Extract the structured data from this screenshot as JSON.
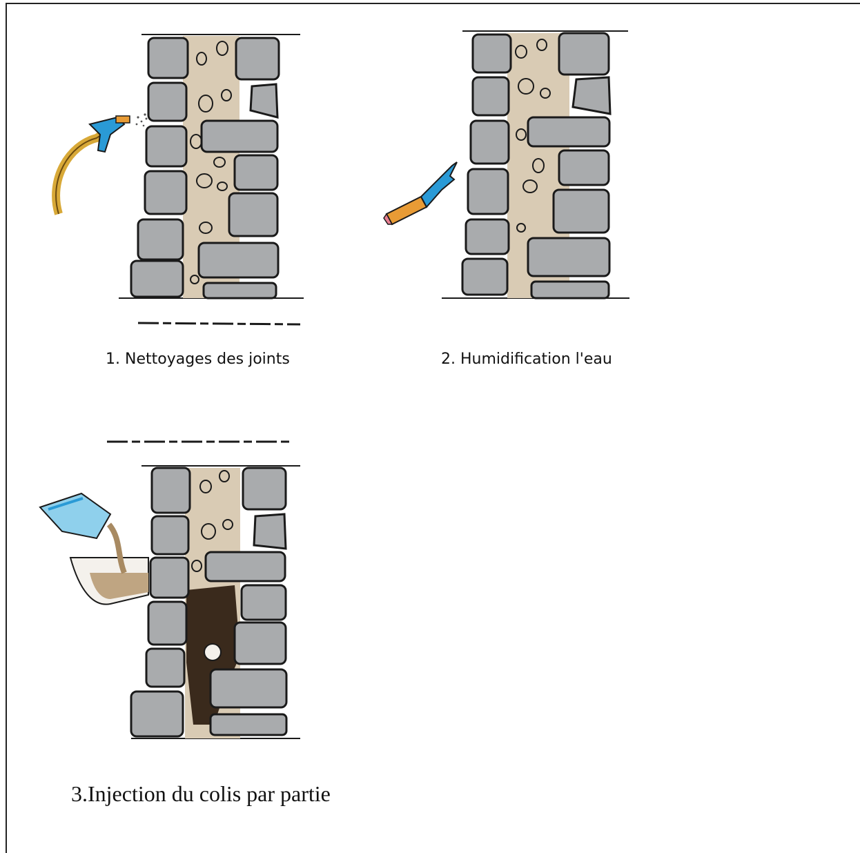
{
  "steps": [
    {
      "caption": "1. Nettoyages des joints",
      "tool": "spray-gun"
    },
    {
      "caption": "2. Humidification l'eau",
      "tool": "brush"
    },
    {
      "caption": "3.Injection du colis par partie",
      "tool": "pouring-bucket"
    }
  ],
  "colors": {
    "stone": "#a9abad",
    "mortar": "#d9cbb4",
    "grout": "#3a2a1c",
    "tool_blue": "#2a9ad6",
    "hose": "#d8a938",
    "line": "#1a1a1a"
  }
}
